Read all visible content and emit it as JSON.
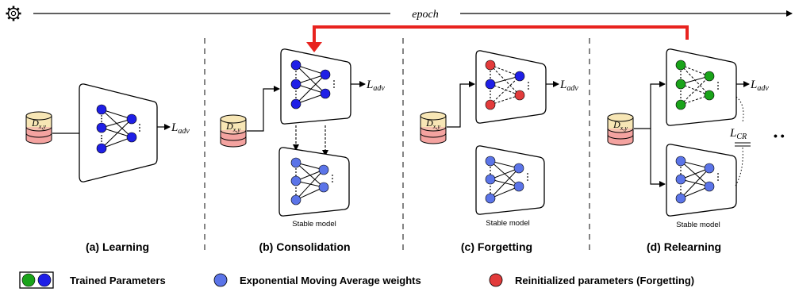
{
  "timeline": {
    "label": "epoch",
    "settings_icon": "gear-icon"
  },
  "loss": {
    "adv_main": "L",
    "adv_sub": "adv",
    "cr_main": "L",
    "cr_sub": "CR"
  },
  "dataset": {
    "main": "D",
    "sub": "x,y"
  },
  "panels": [
    {
      "caption": "(a) Learning"
    },
    {
      "caption": "(b) Consolidation",
      "stable_label": "Stable model"
    },
    {
      "caption": "(c) Forgetting",
      "stable_label": "Stable model"
    },
    {
      "caption": "(d) Relearning",
      "stable_label": "Stable model"
    }
  ],
  "ellipsis": "• •",
  "legend": {
    "trained": "Trained Parameters",
    "ema": "Exponential Moving Average weights",
    "reinit": "Reinitialized parameters (Forgetting)"
  },
  "colors": {
    "trained_blue": "#1f1fe6",
    "trained_green": "#1aa31a",
    "ema": "#5b74e8",
    "reinit": "#e23b3b",
    "loop_arrow": "#e8231f",
    "stack_top": "#f7e6b5",
    "stack_bottom": "#f4a3a0"
  }
}
